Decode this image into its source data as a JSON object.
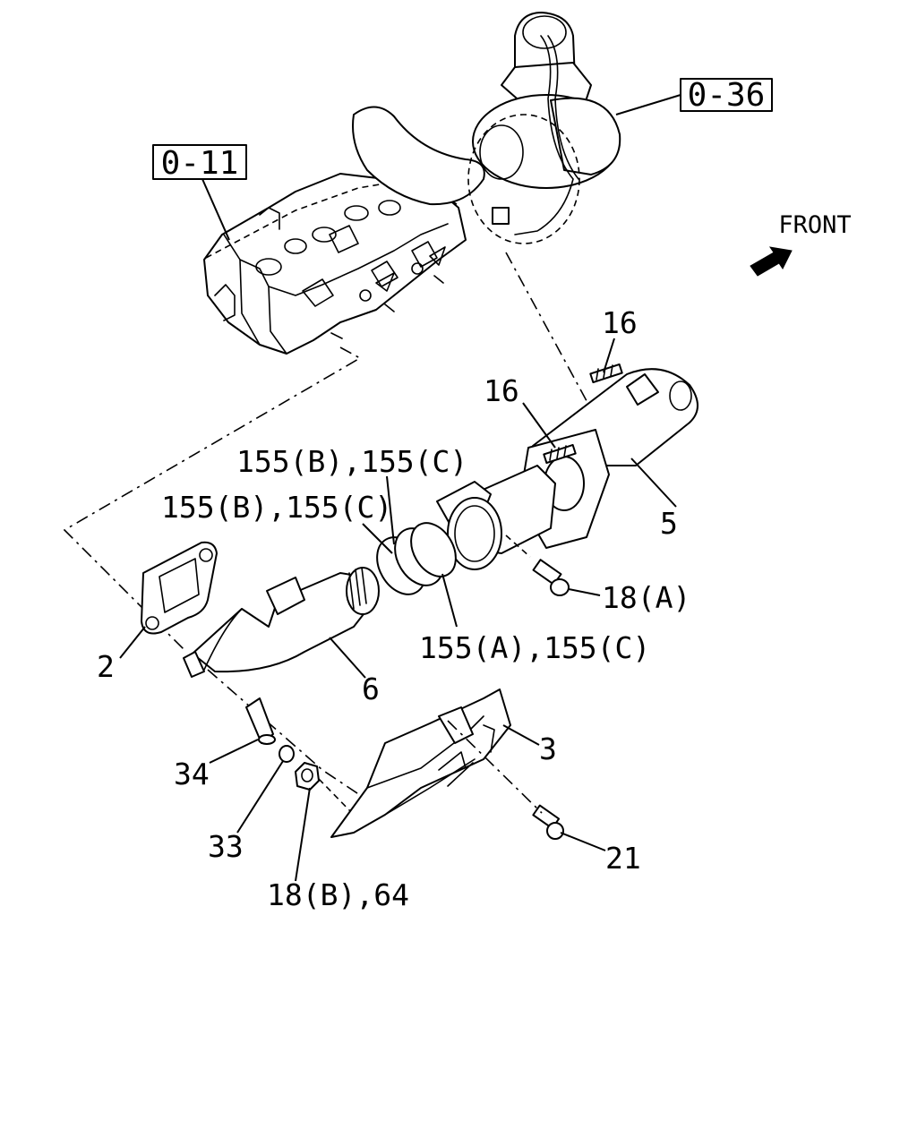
{
  "references": {
    "turbo_ref": "0-36",
    "head_ref": "0-11"
  },
  "direction": {
    "front_label": "FRONT"
  },
  "callouts": {
    "stud_upper": "16",
    "stud_lower": "16",
    "rings_upper": "155(B),155(C)",
    "rings_lower": "155(B),155(C)",
    "rings_a": "155(A),155(C)",
    "pipe_front": "5",
    "bolt_a": "18(A)",
    "gasket": "2",
    "pipe_rear": "6",
    "heat_shield": "3",
    "spacer": "34",
    "washer": "33",
    "nut": "18(B),64",
    "bolt_21": "21"
  },
  "icons": {
    "front_arrow": "arrow-front-icon"
  }
}
